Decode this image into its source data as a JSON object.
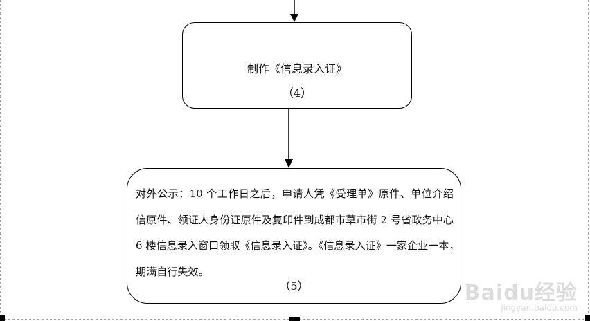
{
  "flowchart": {
    "step4": {
      "title": "制作《信息录入证》",
      "step": "（4）"
    },
    "step5": {
      "lines": [
        "对外公示：10 个工作日之后，申请人凭《受理单》原件、单位介绍",
        "信原件、领证人身份证原件及复印件到成都市草市街 2 号省政务中心",
        "6 楼信息录入窗口领取《信息录入证》。《信息录入证》一家企业一本，",
        "期满自行失效。"
      ],
      "step": "（5）"
    }
  },
  "watermark": {
    "logo": "Baidu经验",
    "url": "jingyan.baidu.com"
  }
}
